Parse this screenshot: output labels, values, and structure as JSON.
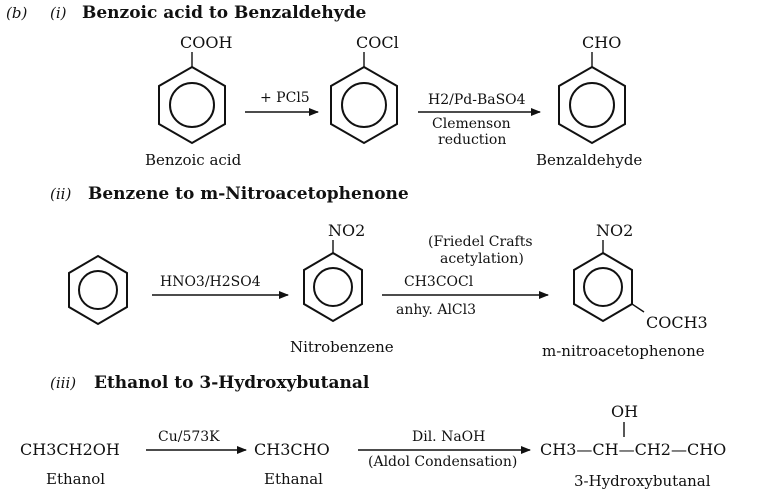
{
  "part_label": "(b)",
  "sections": [
    {
      "number": "(i)",
      "title": "Benzoic acid to Benzaldehyde",
      "compounds": [
        {
          "group": "COOH",
          "name": "Benzoic acid"
        },
        {
          "group": "COCl",
          "name": ""
        },
        {
          "group": "CHO",
          "name": "Benzaldehyde"
        }
      ],
      "arrows": [
        {
          "above": "+ PCl5",
          "below": []
        },
        {
          "above": "H2/Pd-BaSO4",
          "below": [
            "Clemenson",
            "reduction"
          ]
        }
      ]
    },
    {
      "number": "(ii)",
      "title": "Benzene to m-Nitroacetophenone",
      "compounds": [
        {
          "group": "",
          "name": ""
        },
        {
          "group": "NO2",
          "name": "Nitrobenzene"
        },
        {
          "group": "NO2",
          "group2": "COCH3",
          "name": "m-nitroacetophenone"
        }
      ],
      "arrows": [
        {
          "above": "HNO3/H2SO4",
          "below": []
        },
        {
          "note": [
            "(Friedel Crafts",
            "acetylation)"
          ],
          "above": "CH3COCl",
          "below": [
            "anhy. AlCl3"
          ]
        }
      ]
    },
    {
      "number": "(iii)",
      "title": "Ethanol to 3-Hydroxybutanal",
      "compounds": [
        {
          "formula": "CH3CH2OH",
          "name": "Ethanol"
        },
        {
          "formula": "CH3CHO",
          "name": "Ethanal"
        },
        {
          "formula": "CH3—CH—CH2—CHO",
          "substituent": "OH",
          "name": "3-Hydroxybutanal"
        }
      ],
      "arrows": [
        {
          "above": "Cu/573K",
          "below": []
        },
        {
          "above": "Dil. NaOH",
          "below": [
            "(Aldol Condensation)"
          ]
        }
      ]
    }
  ]
}
